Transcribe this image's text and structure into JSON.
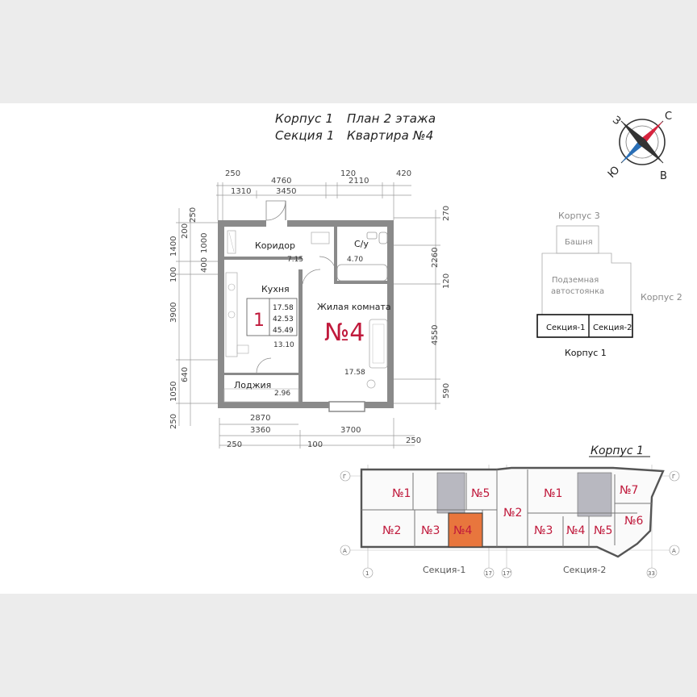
{
  "header": {
    "building": "Корпус 1",
    "plan": "План 2 этажа",
    "section": "Секция 1",
    "apartment": "Квартира №4"
  },
  "compass": {
    "n": "С",
    "s": "Ю",
    "e": "В",
    "w": "З"
  },
  "dims": {
    "top1": [
      "250",
      "4760",
      "120",
      "2110",
      "420"
    ],
    "top2": [
      "1310",
      "3450"
    ],
    "left_outer": [
      "250",
      "1400",
      "100",
      "3900",
      "1050",
      "250"
    ],
    "left_inner": [
      "200",
      "1000",
      "400",
      "640"
    ],
    "right": [
      "270",
      "2260",
      "120",
      "4550",
      "590"
    ],
    "bottom_inner": [
      "2870"
    ],
    "bottom_outer": [
      "3360",
      "3700"
    ],
    "bottom_edge": [
      "250",
      "100",
      "250"
    ]
  },
  "rooms": {
    "corridor": {
      "name": "Коридор",
      "area": "7.15"
    },
    "bathroom": {
      "name": "С/у",
      "area": "4.70"
    },
    "kitchen": {
      "name": "Кухня",
      "area": "13.10"
    },
    "living": {
      "name": "Жилая комната",
      "area": "17.58"
    },
    "loggia": {
      "name": "Лоджия",
      "area": "2.96"
    }
  },
  "apartment_info": {
    "rooms_count": "1",
    "living_area": "17.58",
    "total_area": "42.53",
    "total_with_loggia": "45.49",
    "number": "№4"
  },
  "complex": {
    "korpus3": "Корпус 3",
    "tower": "Башня",
    "parking_l1": "Подземная",
    "parking_l2": "автостоянка",
    "korpus2": "Корпус 2",
    "section1": "Секция-1",
    "section2": "Секция-2",
    "korpus1": "Корпус 1"
  },
  "floor_plan": {
    "title": "Корпус 1",
    "section1_label": "Секция-1",
    "section2_label": "Секция-2",
    "axes": {
      "g": "Г",
      "a": "А",
      "n1": "1",
      "n17": "17",
      "n17p": "17'",
      "n33": "33"
    },
    "s1_apts": [
      "№1",
      "№5",
      "№2",
      "№3",
      "№4"
    ],
    "s2_apts": [
      "№2",
      "№1",
      "№7",
      "№6",
      "№3",
      "№4",
      "№5"
    ],
    "highlight_color": "#e8763d"
  },
  "colors": {
    "accent": "#c01a3c",
    "wall": "#7a7a7a"
  }
}
